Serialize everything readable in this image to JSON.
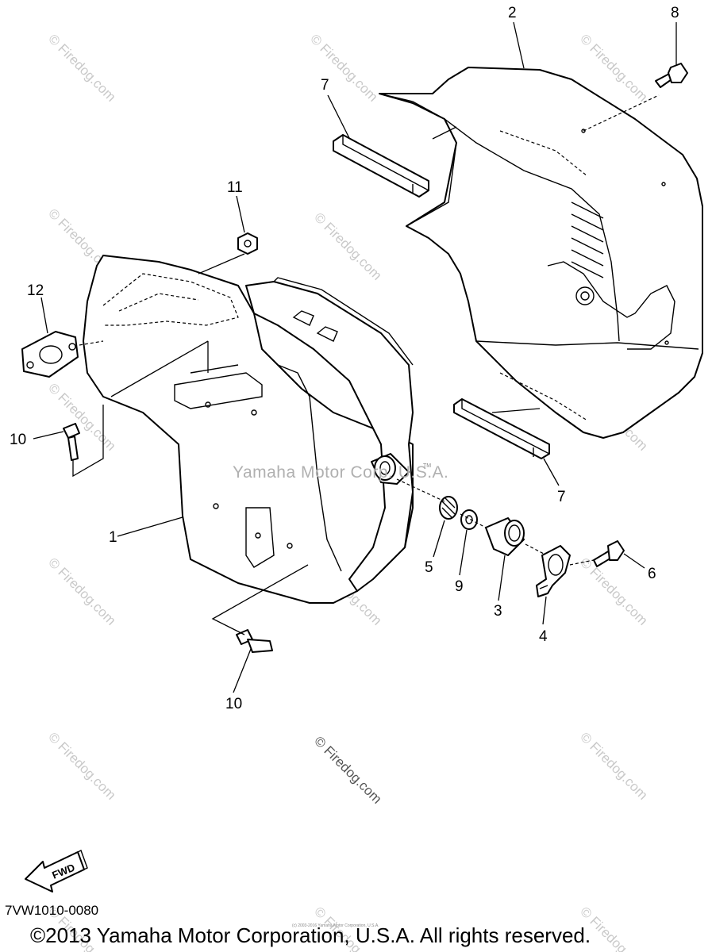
{
  "labels": {
    "p1": "1",
    "p2": "2",
    "p3": "3",
    "p4": "4",
    "p5": "5",
    "p6": "6",
    "p7a": "7",
    "p7b": "7",
    "p8": "8",
    "p9": "9",
    "p10a": "10",
    "p10b": "10",
    "p11": "11",
    "p12": "12"
  },
  "watermark": {
    "small": "© Firedog.com",
    "center": "© Firedog.com",
    "yamaha": "Yamaha Motor Corp. U.S.A.",
    "tm": "TM",
    "tiny": "(c) 2003-2016 Yamaha Motor Corporation, U.S.A."
  },
  "fwd": "FWD",
  "diagram_code": "7VW1010-0080",
  "copyright": "©2013 Yamaha Motor Corporation, U.S.A. All rights reserved.",
  "colors": {
    "line": "#000000",
    "watermark": "#c9c9c9",
    "background": "#ffffff"
  }
}
